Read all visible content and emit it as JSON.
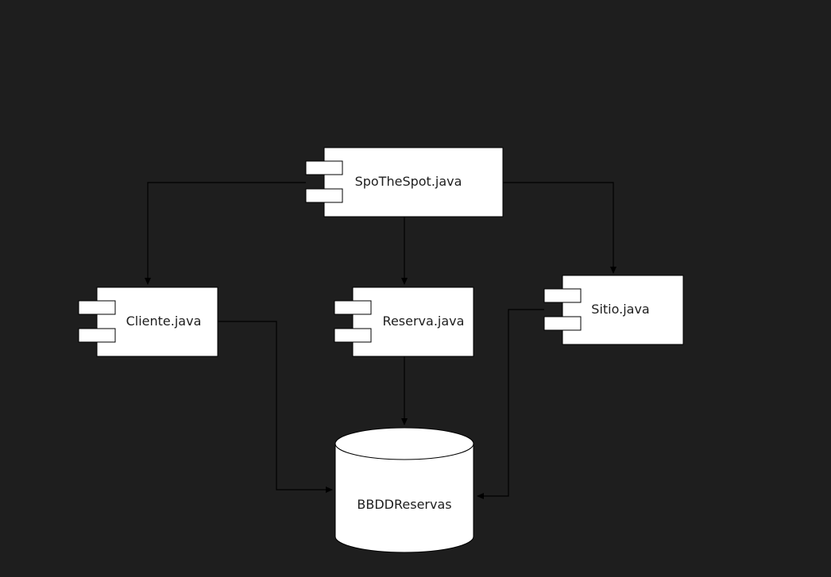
{
  "diagram": {
    "background": "#1e1e1e",
    "components": {
      "spothespot": {
        "label": "SpoTheSpot.java"
      },
      "cliente": {
        "label": "Cliente.java"
      },
      "reserva": {
        "label": "Reserva.java"
      },
      "sitio": {
        "label": "Sitio.java"
      }
    },
    "database": {
      "label": "BBDDReservas"
    }
  }
}
